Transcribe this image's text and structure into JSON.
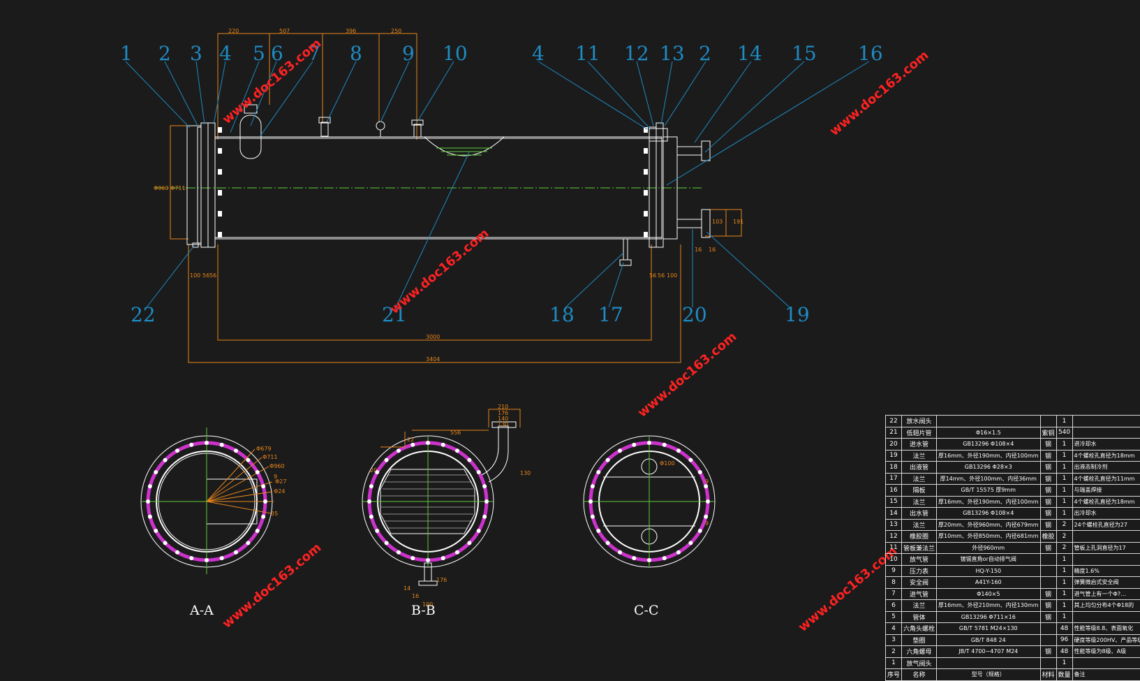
{
  "callouts": {
    "top_left": [
      "1",
      "2",
      "3",
      "4",
      "5",
      "6",
      "7",
      "8",
      "9",
      "10"
    ],
    "top_right": [
      "4",
      "11",
      "12",
      "13",
      "2",
      "14",
      "15",
      "16"
    ],
    "bottom": [
      "22",
      "21",
      "18",
      "17",
      "20",
      "19"
    ]
  },
  "dimensions": {
    "top": [
      "220",
      "507",
      "396",
      "250"
    ],
    "bottom_inner": "3000",
    "bottom_outer": "3404",
    "left_dia": "Φ960 Φ711",
    "left_head": [
      "100",
      "56",
      "56"
    ],
    "right_head": [
      "56",
      "56",
      "100"
    ],
    "nozzle_right": [
      "103",
      "191",
      "16",
      "16"
    ],
    "aa": [
      "Φ679",
      "Φ711",
      "Φ960",
      "Φ27",
      "Φ24",
      "9",
      "35"
    ],
    "bb": [
      "210",
      "176",
      "140",
      "130",
      "556",
      "22",
      "20",
      "130",
      "14",
      "16",
      "100",
      "176"
    ],
    "cc": [
      "Φ100",
      "9",
      "9"
    ]
  },
  "views": {
    "aa": "A-A",
    "bb": "B-B",
    "cc": "C-C"
  },
  "watermark": "www.doc163.com",
  "bom": {
    "rows": [
      [
        "22",
        "放水阀头",
        "",
        "",
        "1",
        ""
      ],
      [
        "21",
        "低翅片管",
        "Φ16×1.5",
        "紫铜",
        "540",
        ""
      ],
      [
        "20",
        "进水管",
        "GB13296 Φ108×4",
        "钢",
        "1",
        "进冷却水"
      ],
      [
        "19",
        "法兰",
        "厚16mm、外径190mm、内径100mm",
        "钢",
        "1",
        "4个螺栓孔直径为18mm"
      ],
      [
        "18",
        "出液管",
        "GB13296 Φ28×3",
        "钢",
        "1",
        "出液态制冷剂"
      ],
      [
        "17",
        "法兰",
        "厚14mm、外径100mm、内径36mm",
        "钢",
        "1",
        "4个螺栓孔直径为11mm"
      ],
      [
        "16",
        "隔板",
        "GB/T 15575 厚9mm",
        "钢",
        "1",
        "与端盖焊接"
      ],
      [
        "15",
        "法兰",
        "厚16mm、外径190mm、内径100mm",
        "钢",
        "1",
        "4个螺栓孔直径为18mm"
      ],
      [
        "14",
        "出水管",
        "GB13296 Φ108×4",
        "钢",
        "1",
        "出冷却水"
      ],
      [
        "13",
        "法兰",
        "厚20mm、外径960mm、内径679mm",
        "钢",
        "2",
        "24个螺栓孔直径为27"
      ],
      [
        "12",
        "橡胶圈",
        "厚10mm、外径850mm、内径681mm",
        "橡胶",
        "2",
        ""
      ],
      [
        "11",
        "管板兼法兰",
        "外径960mm",
        "钢",
        "2",
        "管板上孔洞直径为17"
      ],
      [
        "10",
        "放气管",
        "镀锡直角or自动排气阀",
        "",
        "1",
        ""
      ],
      [
        "9",
        "压力表",
        "HQ-Y-150",
        "",
        "1",
        "精度1.6%"
      ],
      [
        "8",
        "安全阀",
        "A41Y-160",
        "",
        "1",
        "弹簧微启式安全阀"
      ],
      [
        "7",
        "进气管",
        "Φ140×5",
        "钢",
        "1",
        "进气管上有一个Φ?…"
      ],
      [
        "6",
        "法兰",
        "厚16mm、外径210mm、内径130mm",
        "钢",
        "1",
        "其上均匀分布4个Φ18的"
      ],
      [
        "5",
        "管体",
        "GB13296 Φ711×16",
        "钢",
        "1",
        ""
      ],
      [
        "4",
        "六角头螺栓",
        "GB/T 5781 M24×130",
        "",
        "48",
        "性能等级8.8、表面氧化"
      ],
      [
        "3",
        "垫圈",
        "GB/T 848 24",
        "",
        "96",
        "硬度等级200HV、产品等级"
      ],
      [
        "2",
        "六角螺母",
        "JB/T 4700~4707 M24",
        "钢",
        "48",
        "性能等级为8级、A级"
      ],
      [
        "1",
        "放气阀头",
        "",
        "",
        "1",
        ""
      ]
    ],
    "header": [
      "序号",
      "名称",
      "型号（规格）",
      "材料",
      "数量",
      "备注"
    ]
  },
  "colors": {
    "background": "#1b1b1b",
    "outline": "#ffffff",
    "callout": "#1e8bc3",
    "dimension": "#e8861a",
    "centerline": "#5fcc3a",
    "bolt_ring": "#cc33cc"
  }
}
